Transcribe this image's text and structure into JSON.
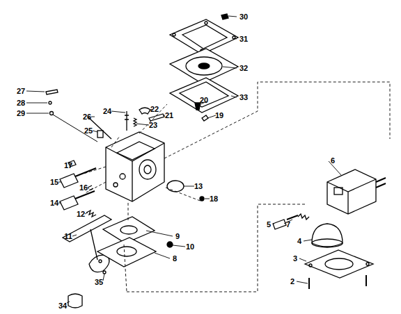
{
  "diagram": {
    "labels": [
      "30",
      "31",
      "32",
      "33",
      "27",
      "28",
      "29",
      "20",
      "19",
      "26",
      "25",
      "24",
      "22",
      "21",
      "23",
      "17",
      "15",
      "14",
      "16",
      "12",
      "11",
      "35",
      "34",
      "13",
      "18",
      "9",
      "8",
      "10",
      "6",
      "5",
      "7",
      "4",
      "3",
      "2"
    ]
  }
}
